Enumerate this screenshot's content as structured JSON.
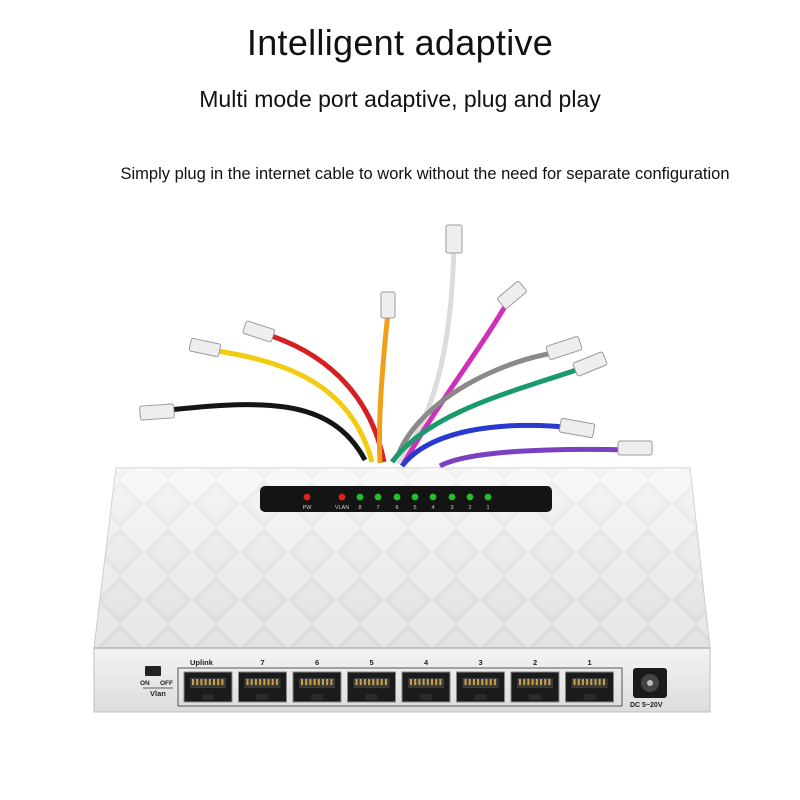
{
  "headline": "Intelligent adaptive",
  "subheadline": "Multi mode port adaptive, plug and play",
  "body": "Simply plug in the internet cable to work without the need for separate configuration",
  "device": {
    "led_labels": [
      "PW",
      "VLAN",
      "8",
      "7",
      "6",
      "5",
      "4",
      "3",
      "2",
      "1"
    ],
    "led_colors": [
      "#e02020",
      "#e02020",
      "#22c02a",
      "#22c02a",
      "#22c02a",
      "#22c02a",
      "#22c02a",
      "#22c02a",
      "#22c02a",
      "#22c02a"
    ],
    "port_labels": [
      "Uplink",
      "7",
      "6",
      "5",
      "4",
      "3",
      "2",
      "1"
    ],
    "switch_on_label": "ON",
    "switch_off_label": "OFF",
    "switch_name_label": "Vlan",
    "power_label": "DC 5~20V"
  },
  "cable_colors": [
    "#151515",
    "#f2cc10",
    "#d42020",
    "#f0a018",
    "#dcdcdc",
    "#d030b8",
    "#8a8a8a",
    "#1a9a6a",
    "#2a3ad0",
    "#7a40c0"
  ]
}
